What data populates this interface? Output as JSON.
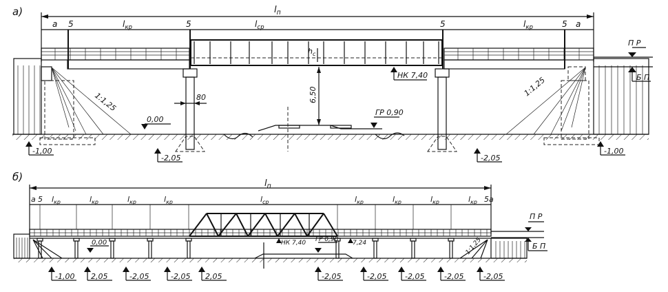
{
  "drawing_a": {
    "label": "а)",
    "total_span": {
      "main": "l",
      "sub": "п"
    },
    "dims": [
      {
        "main": "a",
        "sub": ""
      },
      {
        "main": "5",
        "sub": ""
      },
      {
        "main": "l",
        "sub": "кр"
      },
      {
        "main": "5",
        "sub": ""
      },
      {
        "main": "l",
        "sub": "ср"
      },
      {
        "main": "5",
        "sub": ""
      },
      {
        "main": "l",
        "sub": "кр"
      },
      {
        "main": "5",
        "sub": ""
      },
      {
        "main": "a",
        "sub": ""
      }
    ],
    "girder_height": {
      "main": "h",
      "sub": "c"
    },
    "clearance": "6,50",
    "pier_width": "80",
    "slope_left": "1:1,25",
    "slope_right": "1:1,25",
    "ground_level": "0,00",
    "nk": "НК 7,40",
    "gr": "ГР 0,90",
    "pr": "П Р",
    "bp": "Б П",
    "elevations": [
      "-1,00",
      "-2,05",
      "-2,05",
      "-1,00"
    ]
  },
  "drawing_b": {
    "label": "б)",
    "total_span": {
      "main": "l",
      "sub": "п"
    },
    "dims": [
      {
        "main": "a",
        "sub": ""
      },
      {
        "main": "5",
        "sub": ""
      },
      {
        "main": "l",
        "sub": "кр"
      },
      {
        "main": "l",
        "sub": "кр"
      },
      {
        "main": "l",
        "sub": "кр"
      },
      {
        "main": "l",
        "sub": "кр"
      },
      {
        "main": "l",
        "sub": "ср"
      },
      {
        "main": "l",
        "sub": "кр"
      },
      {
        "main": "l",
        "sub": "кр"
      },
      {
        "main": "l",
        "sub": "кр"
      },
      {
        "main": "l",
        "sub": "кр"
      },
      {
        "main": "5",
        "sub": ""
      },
      {
        "main": "a",
        "sub": ""
      }
    ],
    "ground_level": "0,00",
    "nk": "НК 7,40",
    "gr": "ГР 0,90",
    "level_724": "7,24",
    "slope_right": "1:1,25",
    "pr": "П Р",
    "bp": "Б П",
    "elevations": [
      "-1,00",
      "2,05",
      "-2,05",
      "-2,05",
      "2,05",
      "-2,05",
      "-2,05",
      "-2,05",
      "-2,05",
      "-2,05"
    ]
  }
}
